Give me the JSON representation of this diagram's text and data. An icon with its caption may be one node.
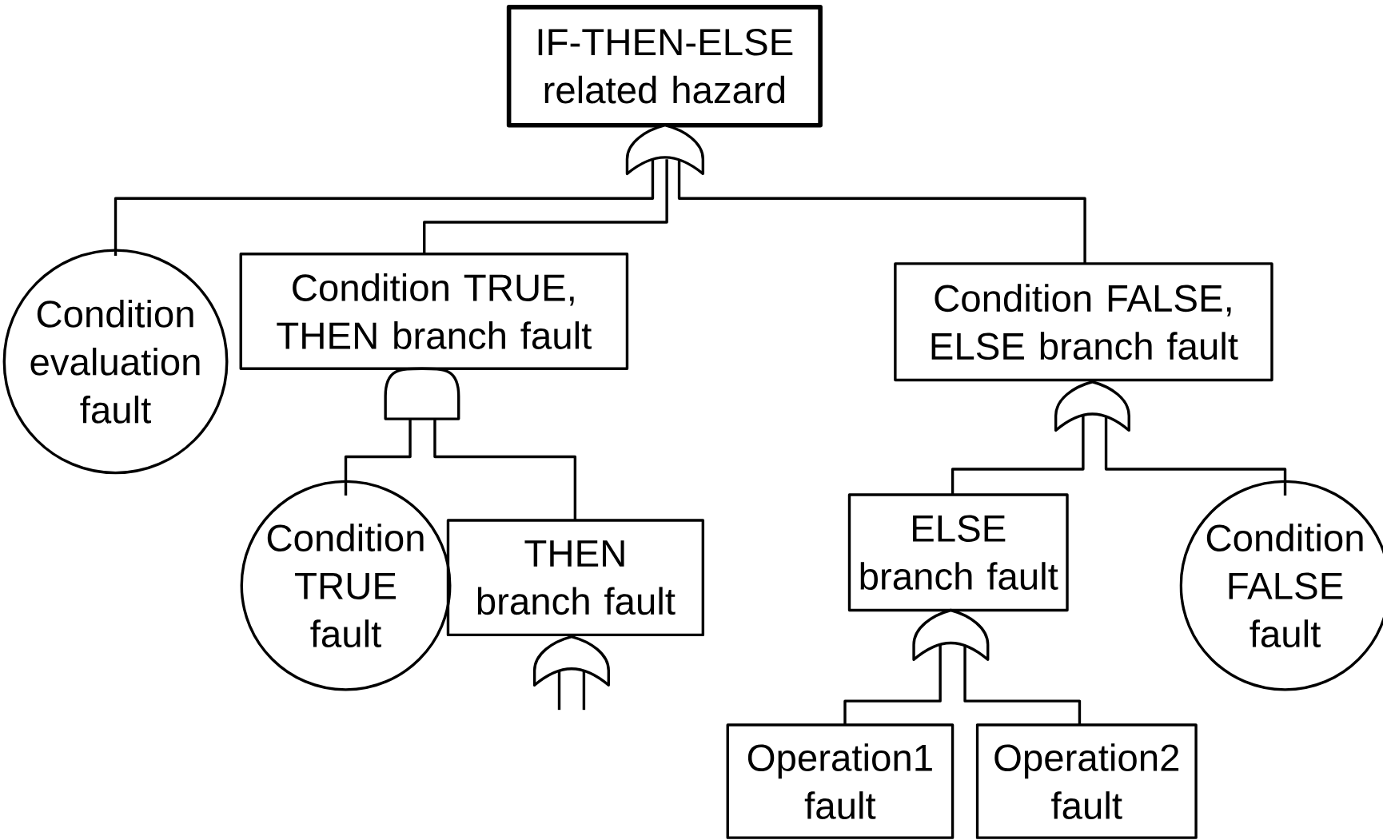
{
  "diagram": {
    "nodes": [
      {
        "text": [
          "IF-THEN-ELSE related hazard"
        ]
      },
      {
        "text": [
          "Condition evaluation fault"
        ]
      },
      {
        "text": [
          "Condition TRUE, THEN branch fault"
        ]
      },
      {
        "text": [
          "Condition FALSE, ELSE branch fault"
        ]
      },
      {
        "text": [
          "Condition TRUE fault"
        ]
      },
      {
        "text": [
          "THEN branch fault"
        ]
      },
      {
        "text": [
          "ELSE branch fault"
        ]
      },
      {
        "text": [
          "Condition FALSE fault"
        ]
      },
      {
        "text": [
          "Operation1 fault"
        ]
      },
      {
        "text": [
          "Operation2 fault"
        ]
      },
      {
        "text": [],
        "shape": "or-gate"
      },
      {
        "text": [],
        "shape": "and-gate"
      },
      {
        "text": [],
        "shape": "or-gate"
      },
      {
        "text": [],
        "shape": "or-gate"
      },
      {
        "text": [],
        "shape": "or-gate"
      }
    ],
    "edges": [
      {
        "from": 10,
        "to": 1,
        "arrow": "none"
      },
      {
        "from": 10,
        "to": 2,
        "arrow": "none"
      },
      {
        "from": 10,
        "to": 3,
        "arrow": "none"
      },
      {
        "from": 11,
        "to": 4,
        "arrow": "none"
      },
      {
        "from": 11,
        "to": 5,
        "arrow": "none"
      },
      {
        "from": 12,
        "to": 6,
        "arrow": "none"
      },
      {
        "from": 12,
        "to": 7,
        "arrow": "none"
      },
      {
        "from": 13,
        "to": 8,
        "arrow": "none"
      },
      {
        "from": 13,
        "to": 9,
        "arrow": "none"
      },
      {
        "from": 14,
        "to": null,
        "arrow": "none"
      },
      {
        "from": 14,
        "to": null,
        "arrow": "none"
      }
    ]
  }
}
